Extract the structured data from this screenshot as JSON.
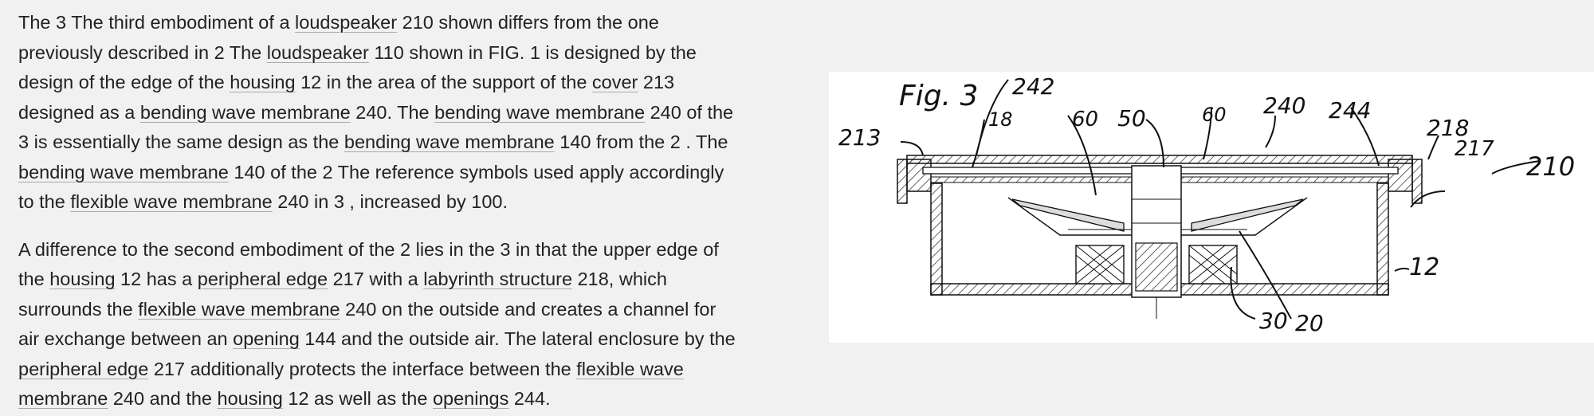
{
  "paragraphs": [
    {
      "segments": [
        {
          "text": "The 3 The third embodiment of a "
        },
        {
          "text": "loudspeaker",
          "term": true
        },
        {
          "text": " 210 shown differs from the one previously described in 2 The "
        },
        {
          "text": "loudspeaker",
          "term": true
        },
        {
          "text": " 110 shown in FIG. 1 is designed by the design of the edge of the "
        },
        {
          "text": "housing",
          "term": true
        },
        {
          "text": " 12 in the area of the support of the "
        },
        {
          "text": "cover",
          "term": true
        },
        {
          "text": " 213 designed as a "
        },
        {
          "text": "bending wave membrane",
          "term": true
        },
        {
          "text": " 240. The "
        },
        {
          "text": "bending wave membrane",
          "term": true
        },
        {
          "text": " 240 of the 3 is essentially the same design as the "
        },
        {
          "text": "bending wave membrane",
          "term": true
        },
        {
          "text": " 140 from the 2 . The "
        },
        {
          "text": "bending wave membrane",
          "term": true
        },
        {
          "text": " 140 of the 2 The reference symbols used apply accordingly to the "
        },
        {
          "text": "flexible wave membrane",
          "term": true
        },
        {
          "text": " 240 in 3 , increased by 100."
        }
      ]
    },
    {
      "segments": [
        {
          "text": "A difference to the second embodiment of the 2 lies in the 3 in that the upper edge of the "
        },
        {
          "text": "housing",
          "term": true
        },
        {
          "text": " 12 has a "
        },
        {
          "text": "peripheral edge",
          "term": true
        },
        {
          "text": " 217 with a "
        },
        {
          "text": "labyrinth structure",
          "term": true
        },
        {
          "text": " 218, which surrounds the "
        },
        {
          "text": "flexible wave membrane",
          "term": true
        },
        {
          "text": " 240 on the outside and creates a channel for air exchange between an "
        },
        {
          "text": "opening",
          "term": true
        },
        {
          "text": " 144 and the outside air. The lateral enclosure by the "
        },
        {
          "text": "peripheral edge",
          "term": true
        },
        {
          "text": " 217 additionally protects the interface between the "
        },
        {
          "text": "flexible wave membrane",
          "term": true
        },
        {
          "text": " 240 and the "
        },
        {
          "text": "housing",
          "term": true
        },
        {
          "text": " 12 as well as the "
        },
        {
          "text": "openings",
          "term": true
        },
        {
          "text": " 244."
        }
      ]
    }
  ],
  "figure": {
    "title": "Fig. 3",
    "labels": {
      "l242": "242",
      "l213": "213",
      "l18": "18",
      "l60a": "60",
      "l50": "50",
      "l60b": "60",
      "l240": "240",
      "l244": "244",
      "l218": "218",
      "l217": "217",
      "l210": "210",
      "l12": "12",
      "l30": "30",
      "l20": "20"
    }
  }
}
